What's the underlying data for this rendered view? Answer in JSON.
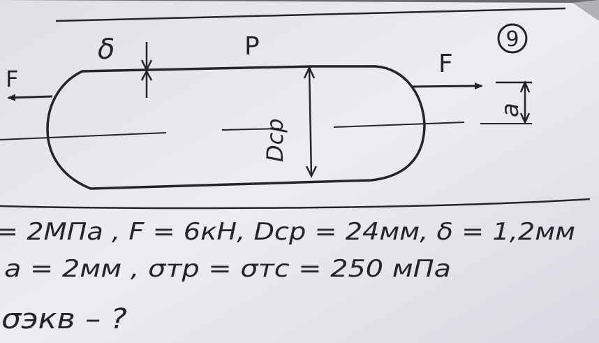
{
  "diagram": {
    "problem_number": "9",
    "labels": {
      "pressure": "P",
      "force_left": "F",
      "force_right": "F",
      "wall_thickness": "δ",
      "diameter": "Dср",
      "dimension_a": "a"
    },
    "given": {
      "line1": "= 2МПа ,  F = 6кН,  Dср = 24мм,  δ = 1,2мм",
      "line2": "a = 2мм ,   σтр = σтс = 250 мПа",
      "line3": "σэкв – ?"
    },
    "colors": {
      "paper": "#e9e9ef",
      "ink": "#23242c",
      "background": "#6b6a6e"
    }
  }
}
